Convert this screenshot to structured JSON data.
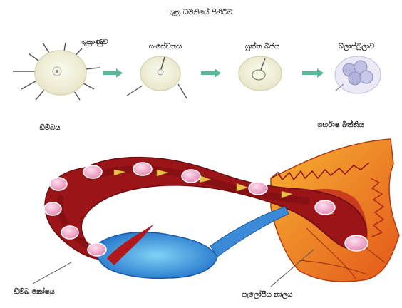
{
  "title": "ශුක්‍ර ධමනියේ පිහිටීම",
  "stages": [
    {
      "label": "ශුක්‍රාණුව",
      "icon": "sperm-egg-icon"
    },
    {
      "label": "සංසේචනය",
      "icon": "fertilized-cell-icon"
    },
    {
      "label": "යුක්ත බීජය",
      "icon": "zygote-icon"
    },
    {
      "label": "බ්ලාස්ටුලාව",
      "icon": "blastula-icon"
    }
  ],
  "egg_label": "ඩිම්බය",
  "fallopian_label": "පැලෝපීය නාලය",
  "ovary_label": "ඩිම්බ කෝෂය",
  "uterus_label": "ගර්භාෂ බිත්තිය",
  "colors": {
    "tube_outer": "#b0181c",
    "tube_inner": "#8e1016",
    "cell": "#f4a6c6",
    "ovary": "#2f7fd1",
    "fimbriae": "#f39c2a",
    "arrow": "#5bb79a"
  }
}
